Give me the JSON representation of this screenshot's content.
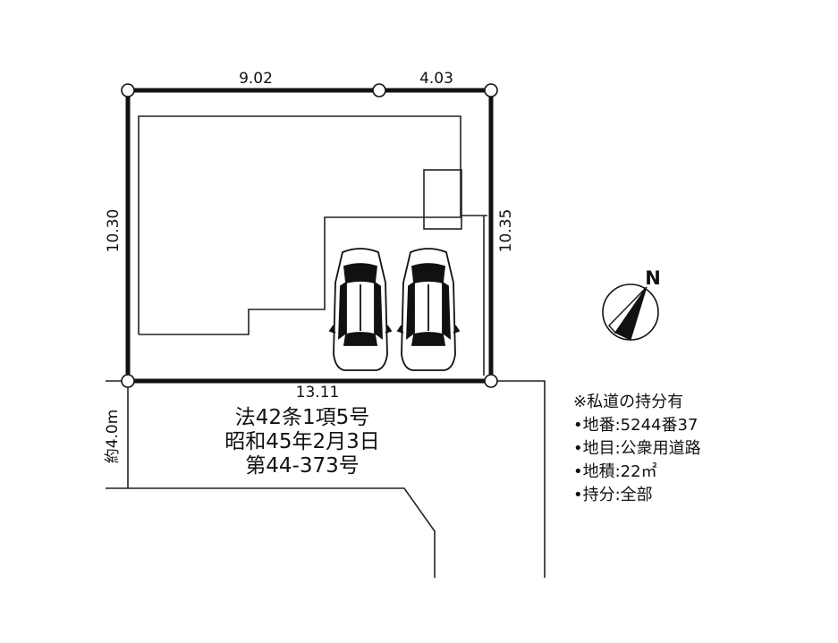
{
  "dimensions": {
    "north_left": "9.02",
    "north_right": "4.03",
    "west": "10.30",
    "east": "10.35",
    "south": "13.11"
  },
  "road_width": "約4.0m",
  "road": {
    "line1": "法42条1項5号",
    "line2": "昭和45年2月3日",
    "line3": "第44-373号"
  },
  "compass": {
    "label": "N"
  },
  "notes": {
    "title": "※私道の持分有",
    "lot_number": "•地番:5244番37",
    "land_category": "•地目:公衆用道路",
    "area": "•地積:22㎡",
    "share": "•持分:全部"
  }
}
